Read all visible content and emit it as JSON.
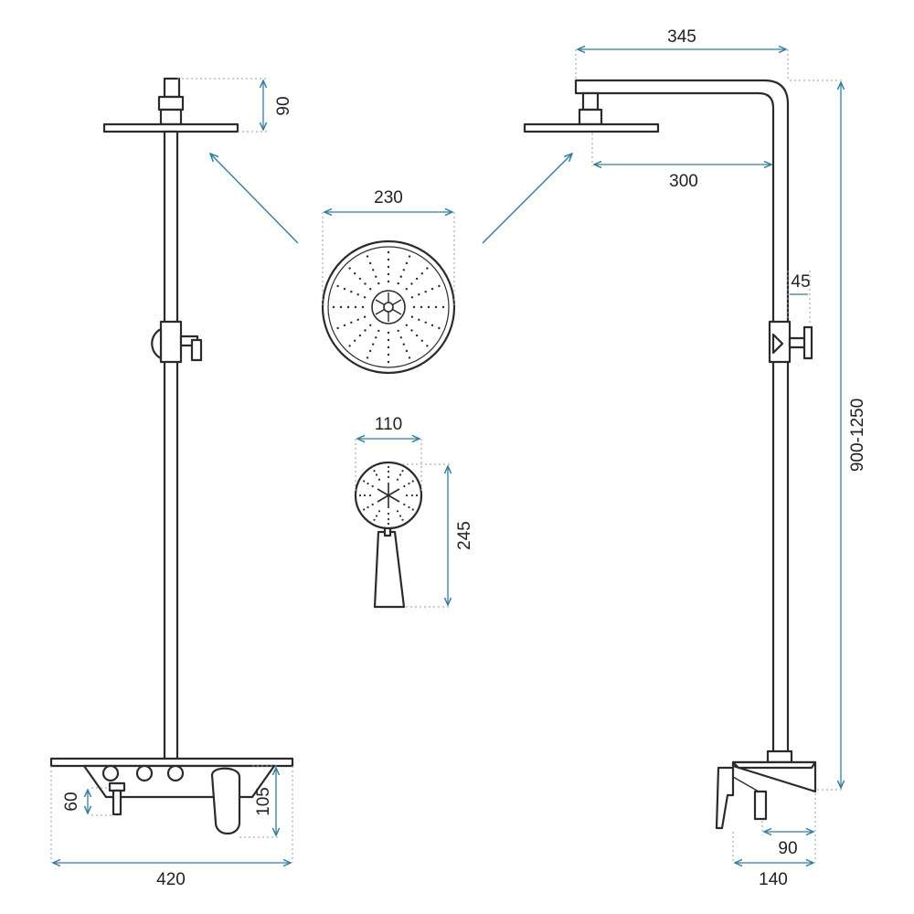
{
  "dimensions": {
    "overhead_arm_length": "345",
    "head_offset": "300",
    "rain_head_mount_height": "90",
    "rain_head_diameter": "230",
    "hand_shower_width": "110",
    "hand_shower_length": "245",
    "holder_offset": "45",
    "adjustable_height": "900-1250",
    "mixer_width": "420",
    "mixer_height": "105",
    "spout_height": "60",
    "mixer_depth": "140",
    "spout_depth": "90"
  },
  "colors": {
    "outline": "#2b2b2b",
    "dimension_line": "#2f7fa6",
    "extension_line": "#9a9a9a",
    "background": "#ffffff"
  }
}
